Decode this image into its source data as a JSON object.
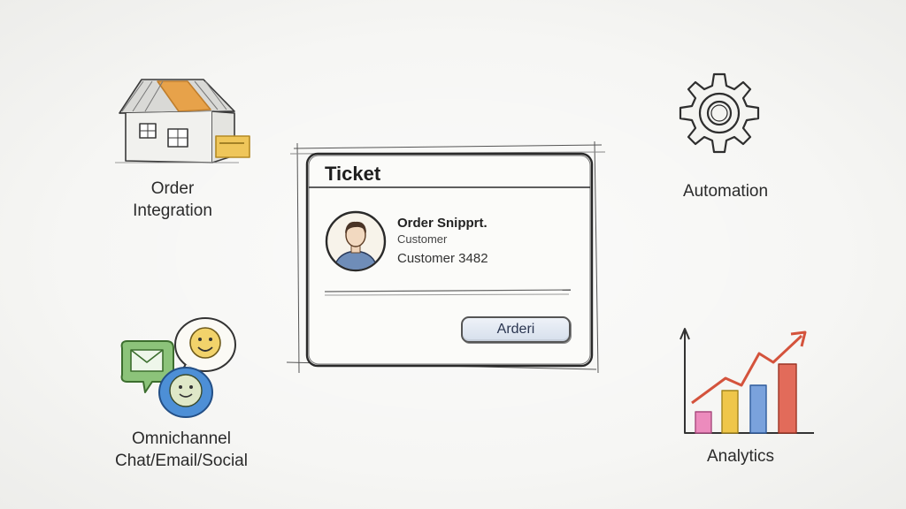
{
  "features": {
    "order_integration": {
      "label": "Order\nIntegration",
      "icon": "house-icon"
    },
    "automation": {
      "label": "Automation",
      "icon": "gear-icon"
    },
    "omnichannel": {
      "label": "Omnichannel\nChat/Email/Social",
      "icon": "chat-bubbles-icon"
    },
    "analytics": {
      "label": "Analytics",
      "icon": "bar-chart-icon"
    }
  },
  "ticket": {
    "title": "Ticket",
    "heading": "Order Snipprt.",
    "customer_label": "Customer",
    "customer_id": "Customer 3482",
    "button_label": "Arderi"
  },
  "colors": {
    "roof_orange": "#e7a24a",
    "envelope_green": "#7fb86a",
    "smiley_yellow": "#f2d36b",
    "bubble_blue": "#4d8fd6",
    "bar_pink": "#ec8bbd",
    "bar_yellow": "#efc64a",
    "bar_blue": "#7aa2dc",
    "bar_red": "#e26b5a"
  }
}
